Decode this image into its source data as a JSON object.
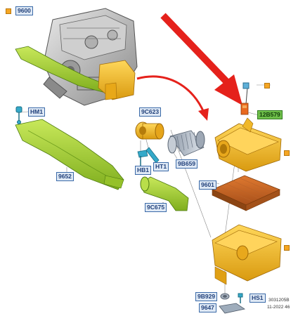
{
  "callouts": {
    "c9600": "9600",
    "hm1": "HM1",
    "c9652": "9652",
    "c9c623": "9C623",
    "hb1": "HB1",
    "ht1": "HT1",
    "c9b659": "9B659",
    "c9c675": "9C675",
    "c12b579": "12B579",
    "c9601": "9601",
    "c9b929": "9B929",
    "hs1": "HS1",
    "c9647": "9647"
  },
  "footer": {
    "code": "3031205B",
    "date": "11-2022 46"
  },
  "colors": {
    "orange_part": "#f2b829",
    "green_part": "#a8d23a",
    "red_arrow": "#e5211b",
    "callout_border": "#3b6aa8"
  }
}
